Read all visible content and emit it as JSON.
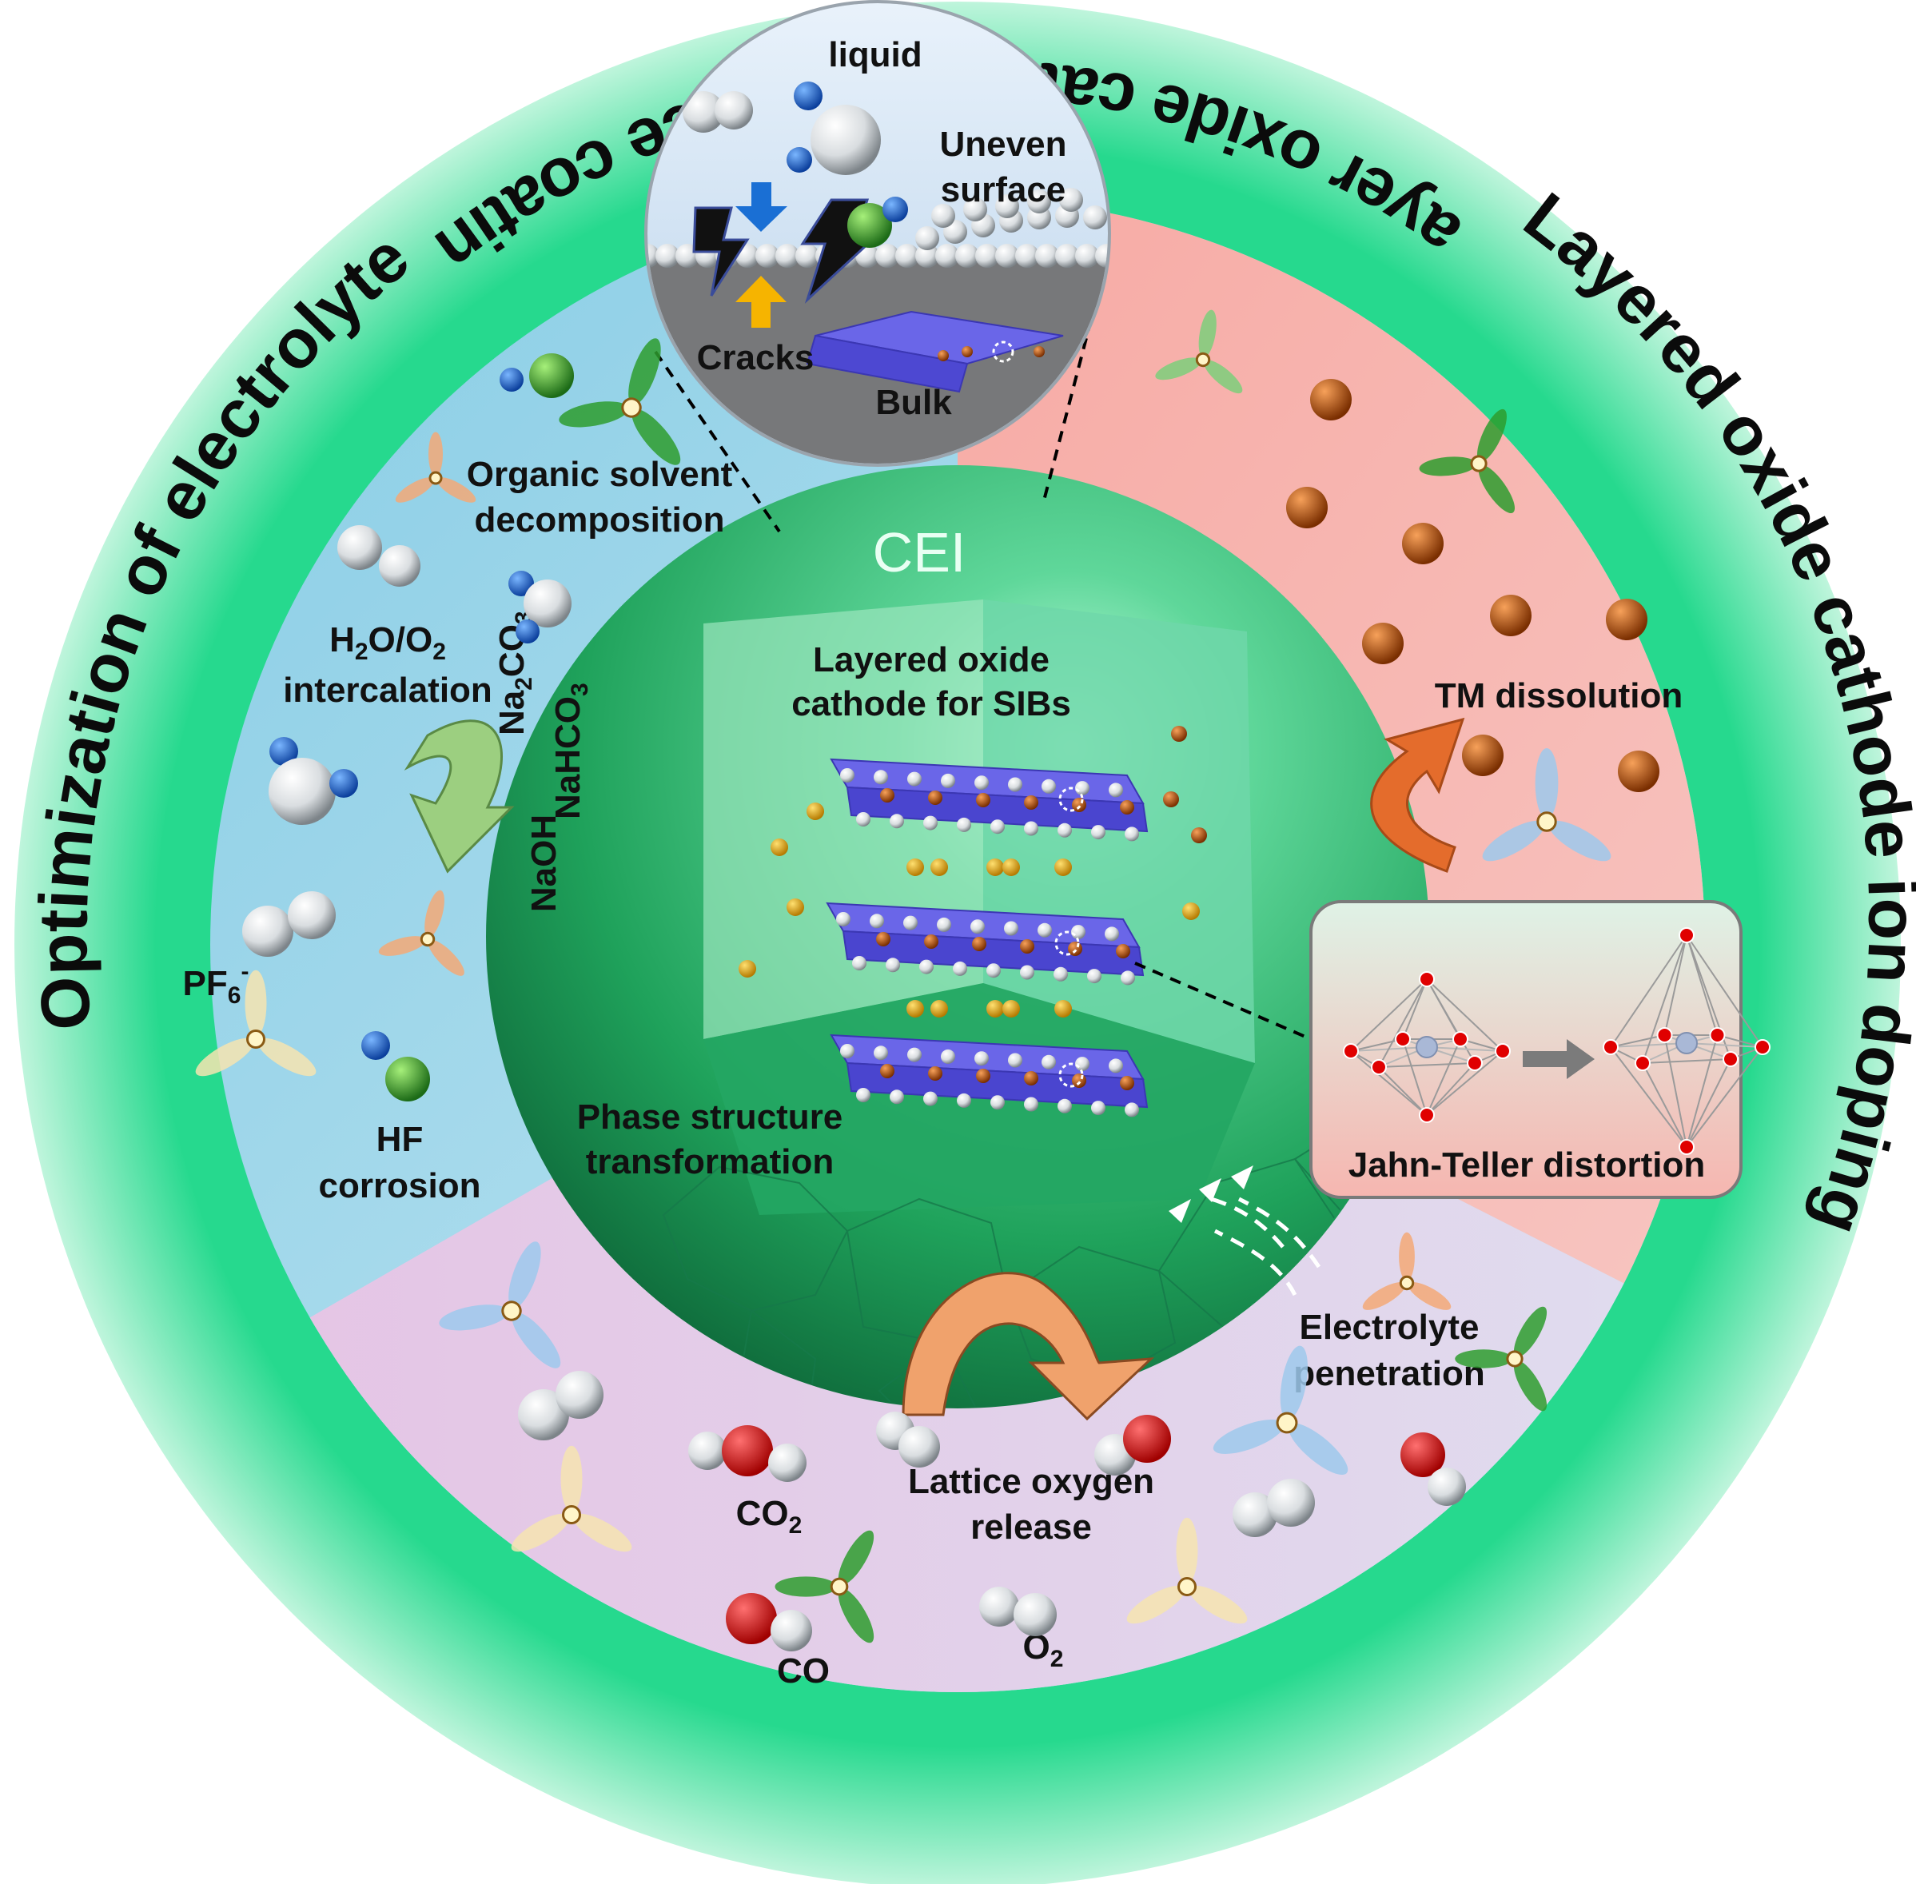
{
  "ring_titles": {
    "left": "Optimization of electrolyte",
    "right": "Layered oxide cathode ion doping",
    "bottom": "Layer oxide cathode surface coating"
  },
  "inset_top": {
    "liquid": "liquid",
    "uneven_1": "Uneven",
    "uneven_2": "surface",
    "cracks": "Cracks",
    "bulk": "Bulk"
  },
  "center": {
    "cei": "CEI",
    "cathode_1": "Layered oxide",
    "cathode_2": "cathode for SIBs",
    "naoh": "NaOH",
    "na2co3_base": "Na",
    "na2co3_sub": "2",
    "na2co3_tail": "CO",
    "na2co3_sub2": "3",
    "nahco3_base": "NaHCO",
    "nahco3_sub": "3",
    "phase_1": "Phase structure",
    "phase_2": "transformation"
  },
  "left_labels": {
    "organic_1": "Organic solvent",
    "organic_2": "decomposition",
    "h2o_a": "H",
    "h2o_sub1": "2",
    "h2o_b": "O/O",
    "h2o_sub2": "2",
    "intercalation": "intercalation",
    "pf6_base": "PF",
    "pf6_sub": "6",
    "pf6_sup": "-",
    "hf_1": "HF",
    "hf_2": "corrosion"
  },
  "right_labels": {
    "tm": "TM dissolution",
    "jahn_teller": "Jahn-Teller distortion"
  },
  "bottom_labels": {
    "lattice_1": "Lattice oxygen",
    "lattice_2": "release",
    "electrolyte_1": "Electrolyte",
    "electrolyte_2": "penetration",
    "co2_base": "CO",
    "co2_sub": "2",
    "co": "CO",
    "o2_base": "O",
    "o2_sub": "2"
  },
  "colors": {
    "outer_ring": "#3de0a0",
    "left_sector": "#a9dcea",
    "right_sector": "#f5aaa4",
    "bottom_sector": "#e4c6e6",
    "sphere": "#2fb56e",
    "octahedra": "#6a66e8",
    "tm_ball": "#c8560f",
    "na_ball": "#e8a400",
    "oxygen_red": "#e00000"
  }
}
